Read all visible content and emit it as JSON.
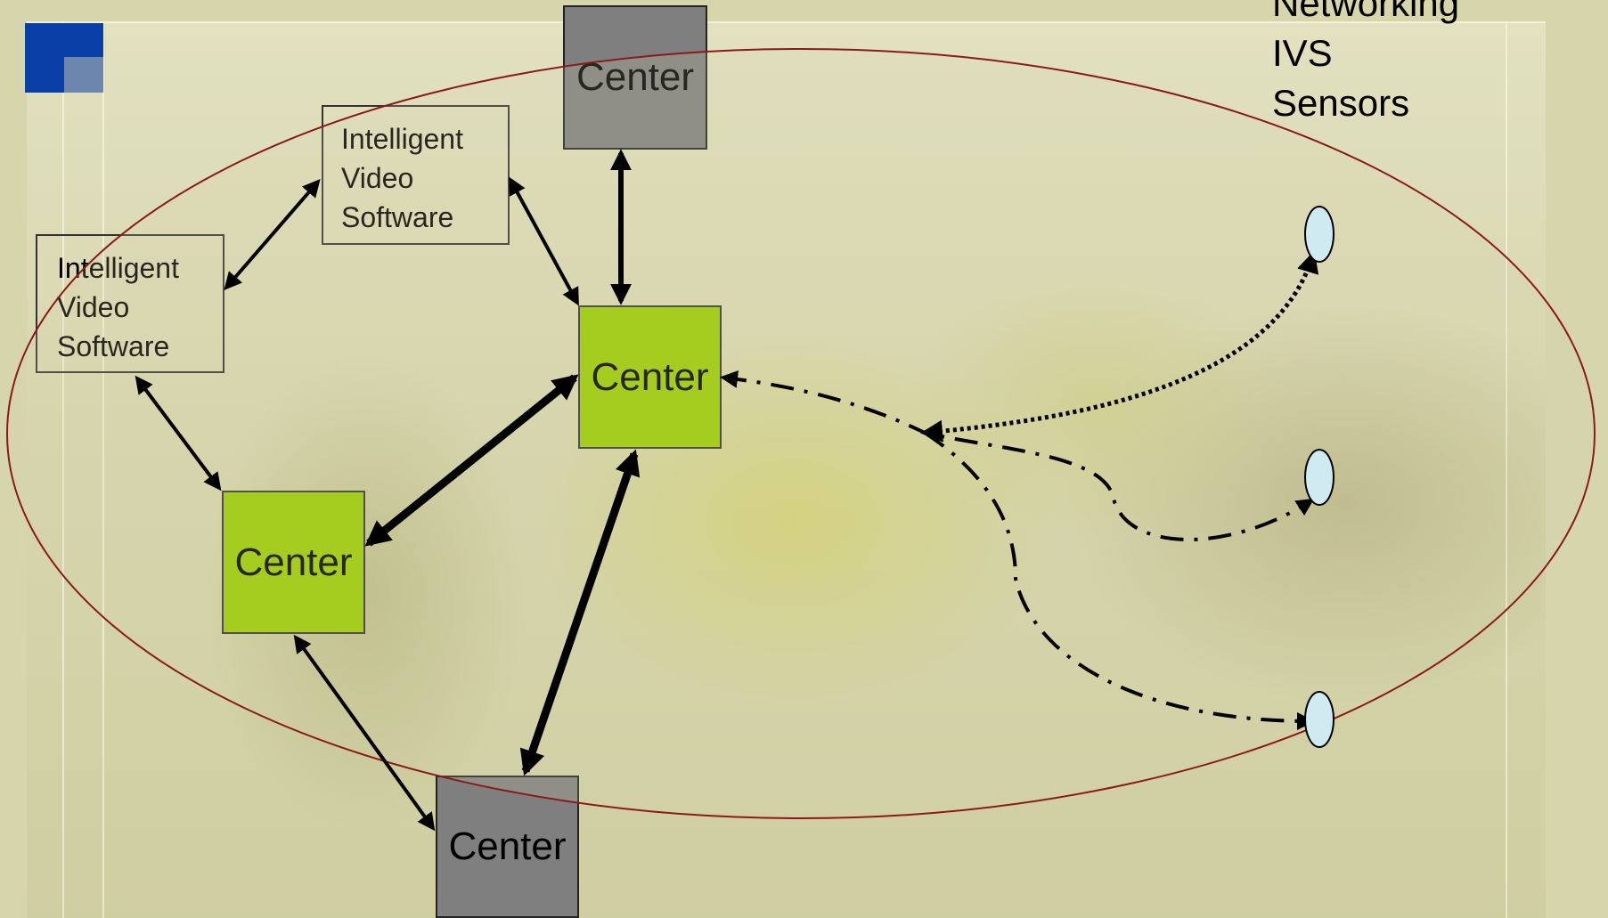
{
  "legend": {
    "networking": "Networking",
    "ivs": "IVS",
    "sensors": "Sensors"
  },
  "ivs_boxes": [
    {
      "line1": "Intelligent",
      "line2": "Video",
      "line3": "Software"
    },
    {
      "line1": "Intelligent",
      "line2": "Video",
      "line3": "Software"
    }
  ],
  "centers": {
    "top_gray": "Center",
    "main_green": "Center",
    "left_green": "Center",
    "bottom_gray": "Center"
  },
  "colors": {
    "gray_center": "#7f7f7f",
    "green_center": "#99cc00",
    "sensor_fill": "#cfeaf0",
    "ellipse_stroke": "#8b1a1a",
    "logo_blue": "#0a3fa8"
  }
}
